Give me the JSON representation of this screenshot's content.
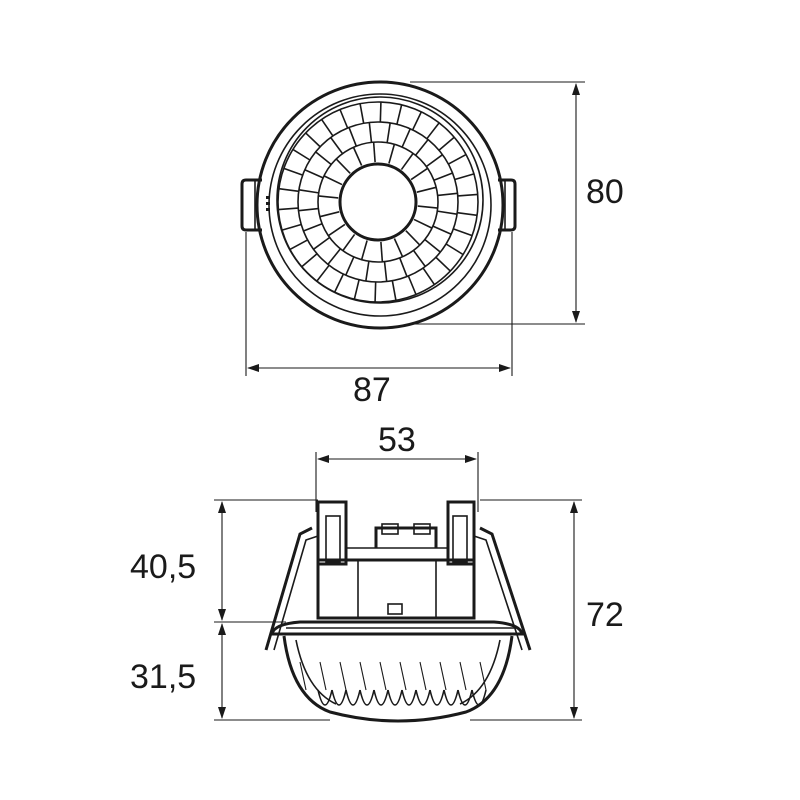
{
  "dimensions": {
    "top_height": "80",
    "top_width": "87",
    "side_top_width": "53",
    "side_upper_height": "40,5",
    "side_lower_height": "31,5",
    "side_total_height": "72"
  },
  "colors": {
    "line": "#1a1a1a",
    "background": "#ffffff"
  }
}
